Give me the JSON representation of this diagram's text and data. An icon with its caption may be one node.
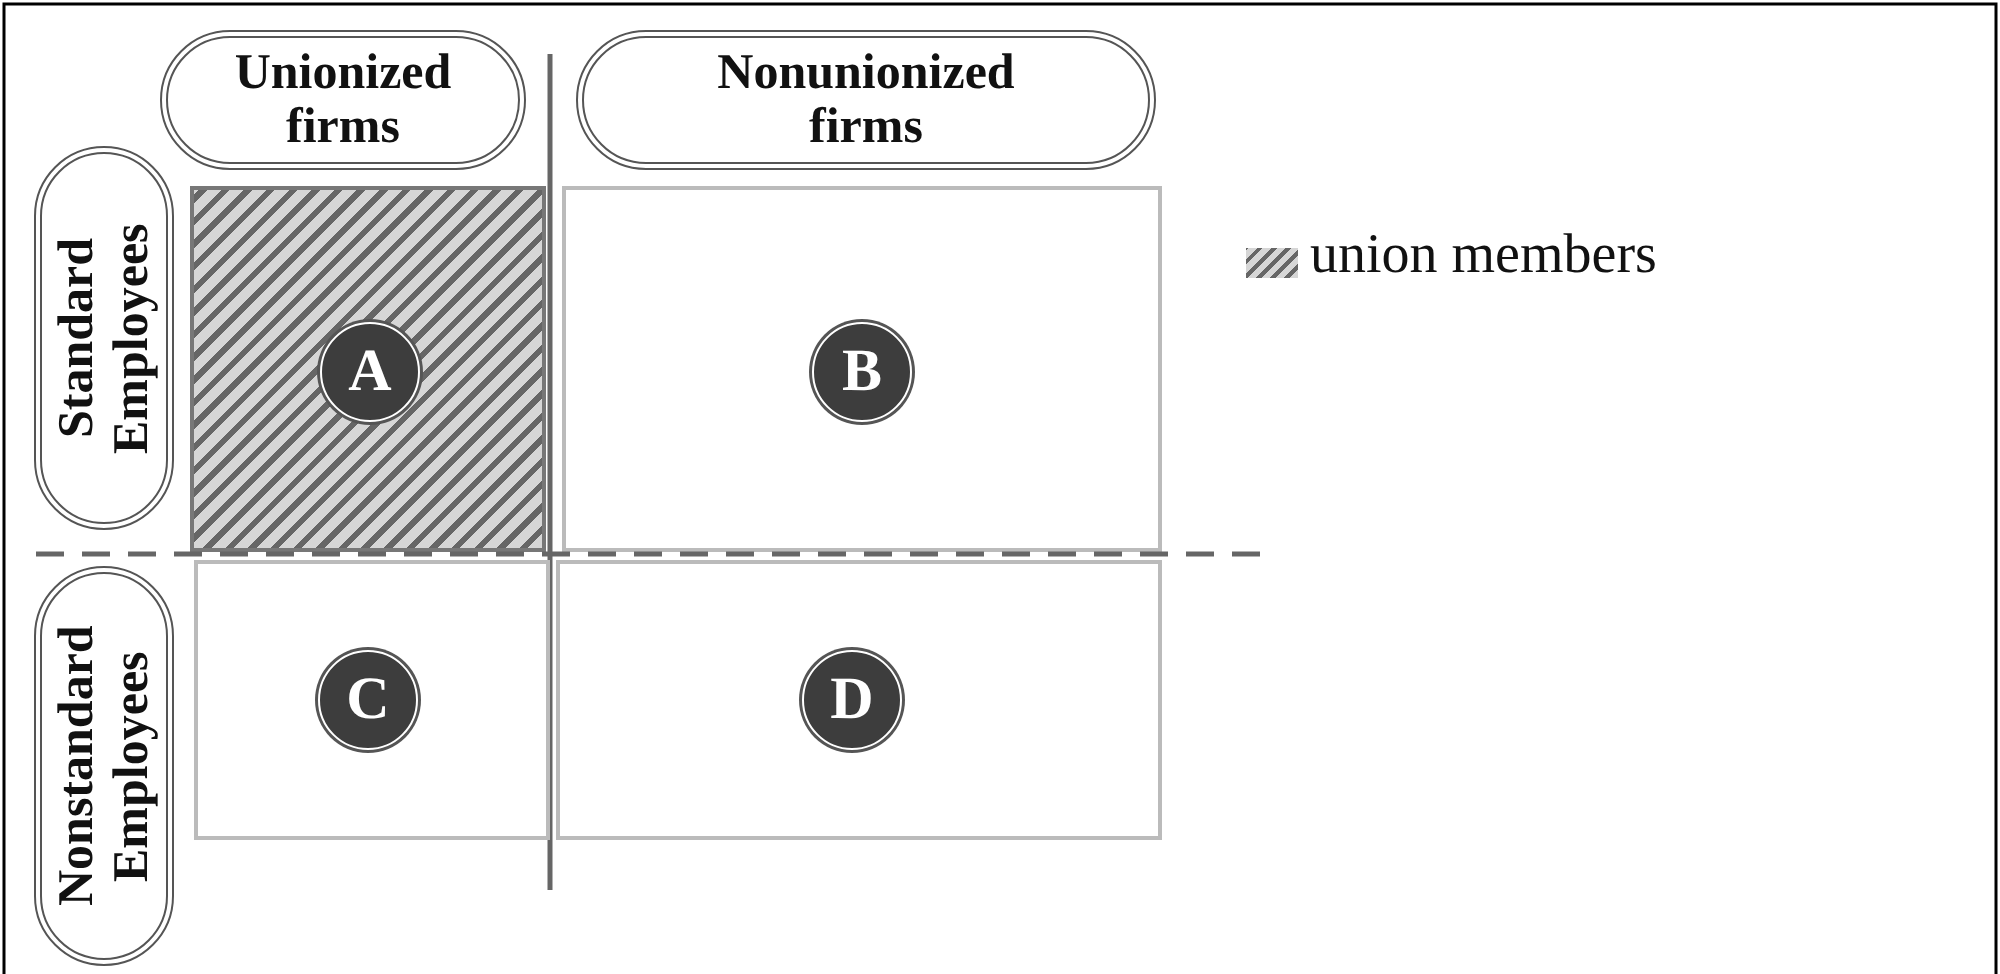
{
  "diagram": {
    "nodes": [
      {
        "text": [
          "Unionized firms"
        ]
      },
      {
        "text": [
          "Nonunionized firms"
        ]
      },
      {
        "text": [
          "Standard Employees"
        ]
      },
      {
        "text": [],
        "shape": "box"
      },
      {
        "text": [
          "A"
        ],
        "in": 3
      },
      {
        "text": [],
        "shape": "box"
      },
      {
        "text": [
          "B"
        ],
        "in": 5
      },
      {
        "text": [
          "Nonstandard Employees"
        ]
      },
      {
        "text": [],
        "shape": "box"
      },
      {
        "text": [
          "C"
        ],
        "in": 8
      },
      {
        "text": [],
        "shape": "box"
      },
      {
        "text": [
          "D"
        ],
        "in": 10
      }
    ],
    "edges": [],
    "legend": [
      {
        "text": "union members"
      }
    ]
  }
}
